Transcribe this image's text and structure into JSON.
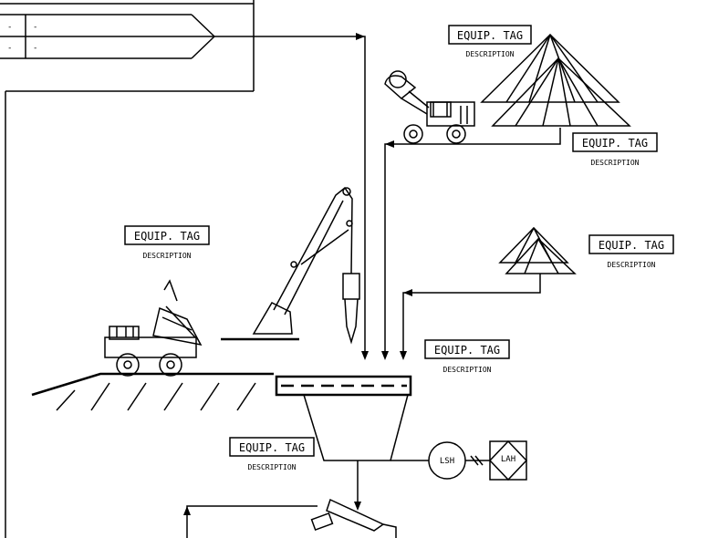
{
  "stream_table": {
    "rows": [
      {
        "col1": "-",
        "col2": "-"
      },
      {
        "col1": "-",
        "col2": "-"
      }
    ]
  },
  "equipment_tags": [
    {
      "tag": "EQUIP. TAG",
      "description": "DESCRIPTION"
    },
    {
      "tag": "EQUIP. TAG",
      "description": "DESCRIPTION"
    },
    {
      "tag": "EQUIP. TAG",
      "description": "DESCRIPTION"
    },
    {
      "tag": "EQUIP. TAG",
      "description": "DESCRIPTION"
    },
    {
      "tag": "EQUIP. TAG",
      "description": "DESCRIPTION"
    },
    {
      "tag": "EQUIP. TAG",
      "description": "DESCRIPTION"
    }
  ],
  "instruments": {
    "level_switch": "LSH",
    "level_alarm": "LAH"
  }
}
